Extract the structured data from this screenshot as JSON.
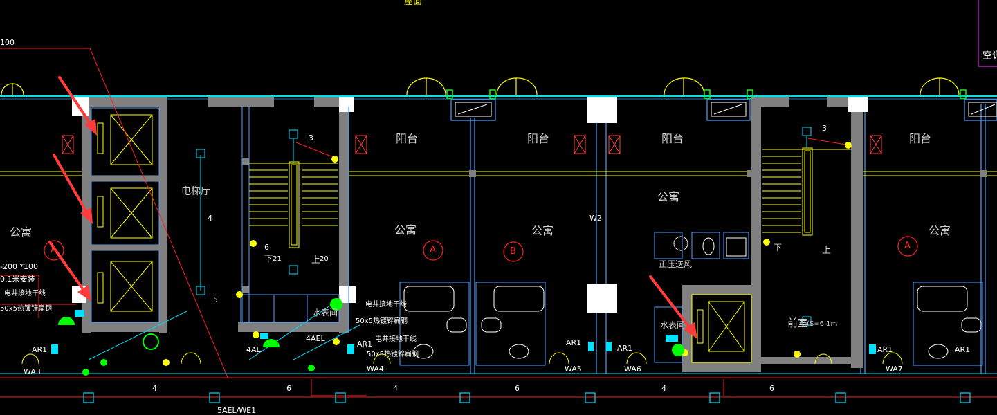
{
  "top_labels": {
    "roof": "屋面",
    "aircon": "空调",
    "dim_100": "100"
  },
  "rooms": {
    "balcony": "阳台",
    "apartment": "公寓",
    "elevator_hall": "电梯厅",
    "front_room": "前室",
    "front_room_area": "(S=6.1m",
    "water_meter": "水表间",
    "pressurized_air": "正压送风",
    "stair_up": "上",
    "stair_down": "下"
  },
  "unit_types": [
    "A",
    "A",
    "B",
    "A"
  ],
  "left_notes": [
    "-200 *100",
    "0.1米安装",
    "电井接地干线",
    "50x5热镀锌扁钢"
  ],
  "shaft_notes": {
    "trunk": "电井接地干线",
    "flat_steel": "50x5热镀锌扁钢",
    "ael": "4AEL",
    "al": "4AL"
  },
  "circuits": [
    "WA3",
    "WA4",
    "WA5",
    "WA6",
    "WA7",
    "W2",
    "5AEL/WE1"
  ],
  "panels": [
    "AR1",
    "AR1",
    "AR1",
    "AR1",
    "AR1",
    "AR1"
  ],
  "wire_counts": [
    "3",
    "4",
    "5",
    "6",
    "20",
    "21",
    "4",
    "6",
    "4",
    "6",
    "4",
    "6",
    "3"
  ],
  "colors": {
    "background": "#000000",
    "wall": "#808080",
    "line_cyan": "#00ffff",
    "line_blue": "#4fa0ff",
    "line_yellow": "#ffff00",
    "line_red": "#ff2020",
    "line_green": "#00ff00",
    "text": "#d0d0d0",
    "annotation_arrow": "#ff3b3b"
  }
}
